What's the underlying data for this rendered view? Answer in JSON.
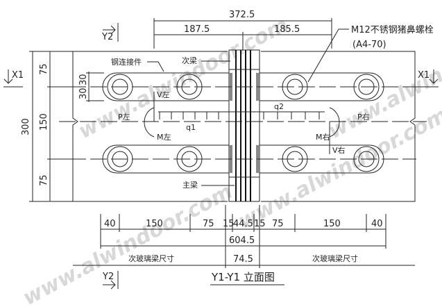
{
  "dimensions": {
    "top_total": "372.5",
    "top_left": "187.5",
    "top_right": "185.5",
    "left_total": "300",
    "left_top": "75",
    "left_mid": "150",
    "left_bottom": "75",
    "slot_upper": "30",
    "slot_lower": "30",
    "bottom_row": [
      "40",
      "150",
      "75",
      "15",
      "44.5",
      "15",
      "75",
      "150",
      "40"
    ],
    "bottom_total": "604.5",
    "center_gap": "74.5"
  },
  "labels": {
    "steel_connector": "钢连接件",
    "secondary_beam": "次梁",
    "main_beam": "主梁",
    "bolt_spec": "M12不锈钢猪鼻螺栓",
    "bolt_grade": "(A4-70)",
    "glass_beam_left": "次玻璃梁尺寸",
    "glass_beam_right": "次玻璃梁尺寸",
    "title": "Y1-Y1  立面图"
  },
  "section_marks": {
    "y2_top": "Y2",
    "y2_bottom": "Y2",
    "x1_left": "X1",
    "x1_right": "X1"
  },
  "forces": {
    "v_left": "V左",
    "v_right": "V右",
    "p_left": "P左",
    "p_right": "P右",
    "m_left": "M左",
    "m_right": "M右",
    "q1": "q1",
    "q2": "q2"
  },
  "watermark": "www.alwindoor.com"
}
